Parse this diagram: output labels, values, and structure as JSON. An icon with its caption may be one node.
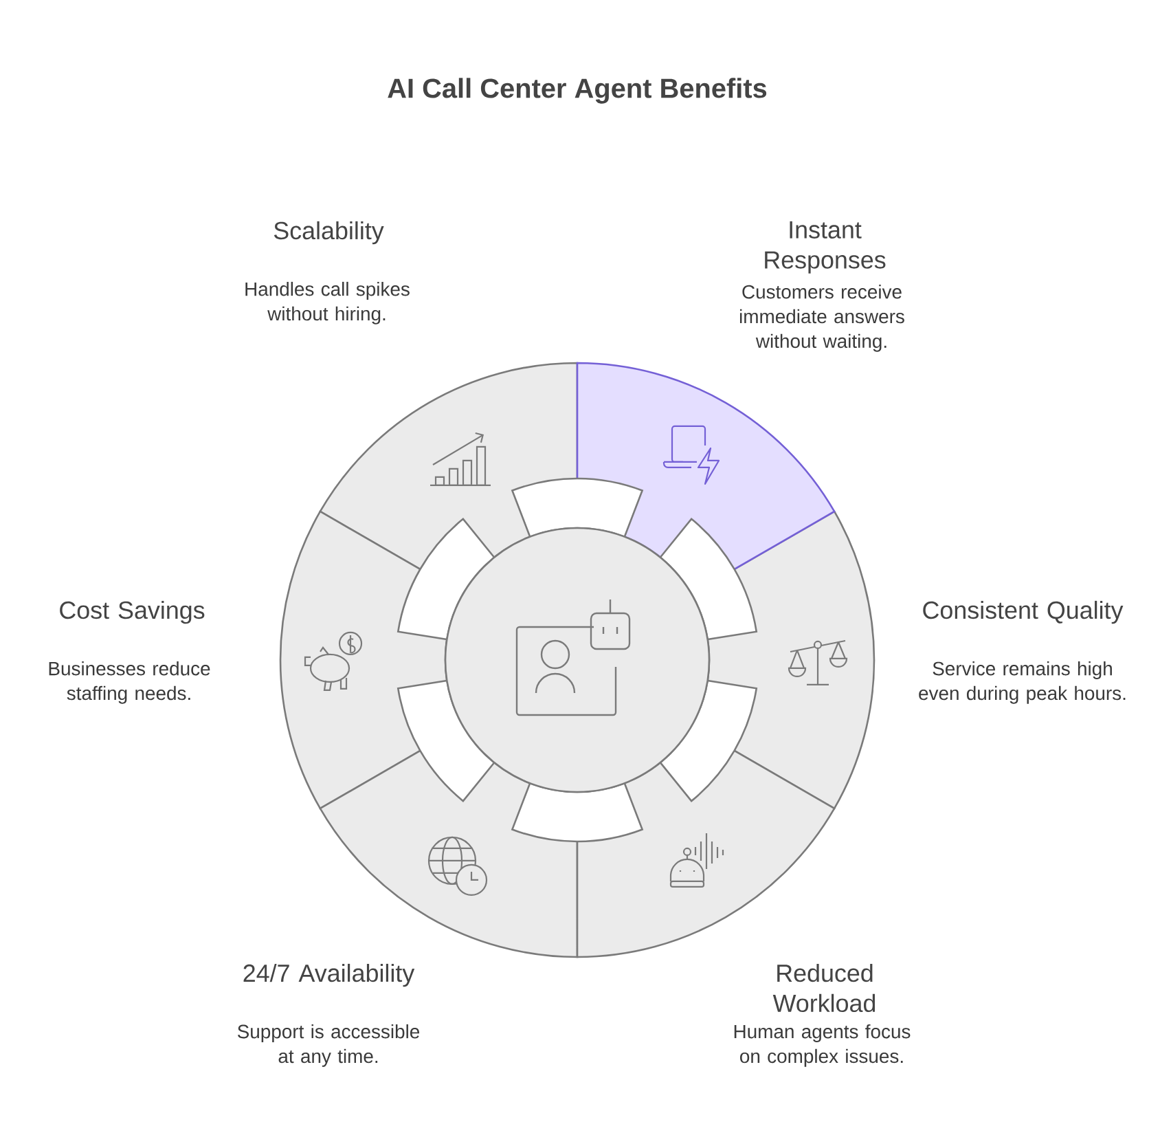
{
  "diagram": {
    "title": "AI Call Center Agent Benefits",
    "nodes": [
      {
        "text": [
          "Scalability",
          "Handles call spikes without hiring."
        ]
      },
      {
        "text": [
          "Instant Responses",
          "Customers receive immediate answers without waiting."
        ]
      },
      {
        "text": [
          "Cost Savings",
          "Businesses reduce staffing needs."
        ]
      },
      {
        "text": [
          "Consistent Quality",
          "Service remains high even during peak hours."
        ]
      },
      {
        "text": [
          "24/7 Availability",
          "Support is accessible at any time."
        ]
      },
      {
        "text": [
          "Reduced Workload",
          "Human agents focus on complex issues."
        ]
      },
      {
        "text": [],
        "shape": "circle"
      }
    ],
    "edges": []
  }
}
